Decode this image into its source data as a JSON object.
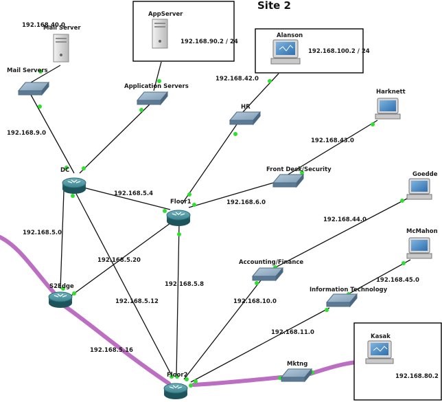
{
  "title": "Site 2",
  "devices": {
    "mail_server": "Mail Server",
    "app_server": "AppServer",
    "alanson": "Alanson",
    "harknett": "Harknett",
    "goedde": "Goedde",
    "mcmahon": "McMahon",
    "kasak": "Kasak"
  },
  "switches": {
    "mail_servers": "Mail Servers",
    "application_servers": "Application Servers",
    "hr": "HR",
    "front_desk": "Front Desk/Security",
    "accounting": "Accounting/Finance",
    "it": "Information Technology",
    "mktng": "Mktng"
  },
  "routers": {
    "dc": "DC",
    "floor1": "Floor1",
    "s2edge": "S2Edge",
    "floor2": "Floor2"
  },
  "addresses": {
    "mail_server_ip": "192.168.40.0",
    "app_server_ip": "192.168.90.2 / 24",
    "alanson_ip": "192.168.100.2 / 24",
    "kasak_ip": "192.168.80.2",
    "net_9": "192.168.9.0",
    "net_42": "192.168.42.0",
    "net_43": "192.168.43.0",
    "net_5_4": "192.168.5.4",
    "net_6": "192.168.6.0",
    "net_44": "192.168.44.0",
    "net_5_0": "192.168.5.0",
    "net_5_20": "192.168.5.20",
    "net_5_8": "192.168.5.8",
    "net_5_12": "192.168.5.12",
    "net_45": "192.168.45.0",
    "net_10": "192.168.10.0",
    "net_11": "192.168.11.0",
    "net_5_16": "192.168.5.16"
  }
}
